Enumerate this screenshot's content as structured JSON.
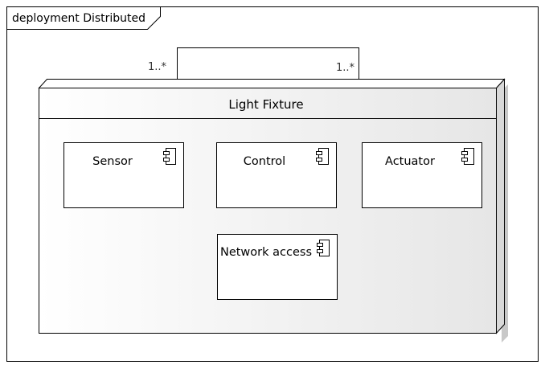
{
  "frame": {
    "title": "deployment Distributed"
  },
  "association": {
    "source_multiplicity": "1..*",
    "target_multiplicity": "1..*"
  },
  "node": {
    "title": "Light Fixture"
  },
  "components": [
    {
      "name": "Sensor"
    },
    {
      "name": "Control"
    },
    {
      "name": "Actuator"
    },
    {
      "name": "Network access"
    }
  ],
  "icons": {
    "component": "uml-component-icon"
  },
  "colors": {
    "stroke": "#000000",
    "node_fill_light": "#ffffff",
    "node_fill_dark": "#e6e6e6",
    "shadow": "#c8c8c8",
    "background": "#ffffff"
  }
}
